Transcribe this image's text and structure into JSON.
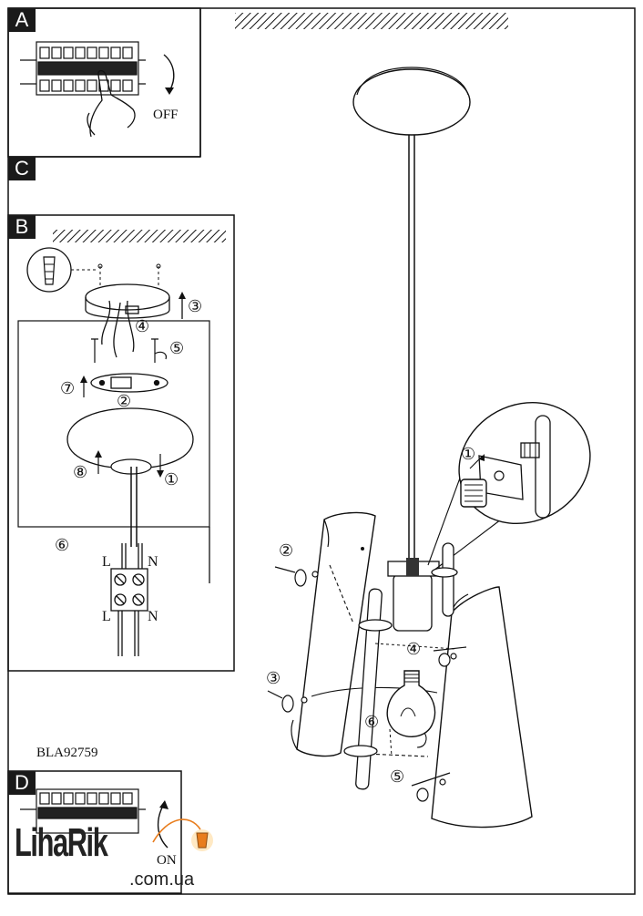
{
  "panels": {
    "a": {
      "letter": "A",
      "action_label": "OFF"
    },
    "c": {
      "letter": "C"
    },
    "b": {
      "letter": "B",
      "steps": [
        "⑦",
        "②",
        "③",
        "④",
        "⑤",
        "⑧",
        "①",
        "⑥"
      ],
      "terminal_labels": {
        "l_top": "L",
        "n_top": "N",
        "l_bottom": "L",
        "n_bottom": "N"
      }
    },
    "d": {
      "letter": "D",
      "action_label": "ON"
    }
  },
  "model_code": "BLA92759",
  "main_steps": {
    "s1": "①",
    "s2": "②",
    "s3": "③",
    "s4": "④",
    "s5": "⑤",
    "s6": "⑥"
  },
  "watermark": {
    "brand": "LihaRik",
    "domain": ".com.ua",
    "accent_color": "#e87d1e"
  },
  "colors": {
    "line": "#111111",
    "paper": "#ffffff"
  }
}
